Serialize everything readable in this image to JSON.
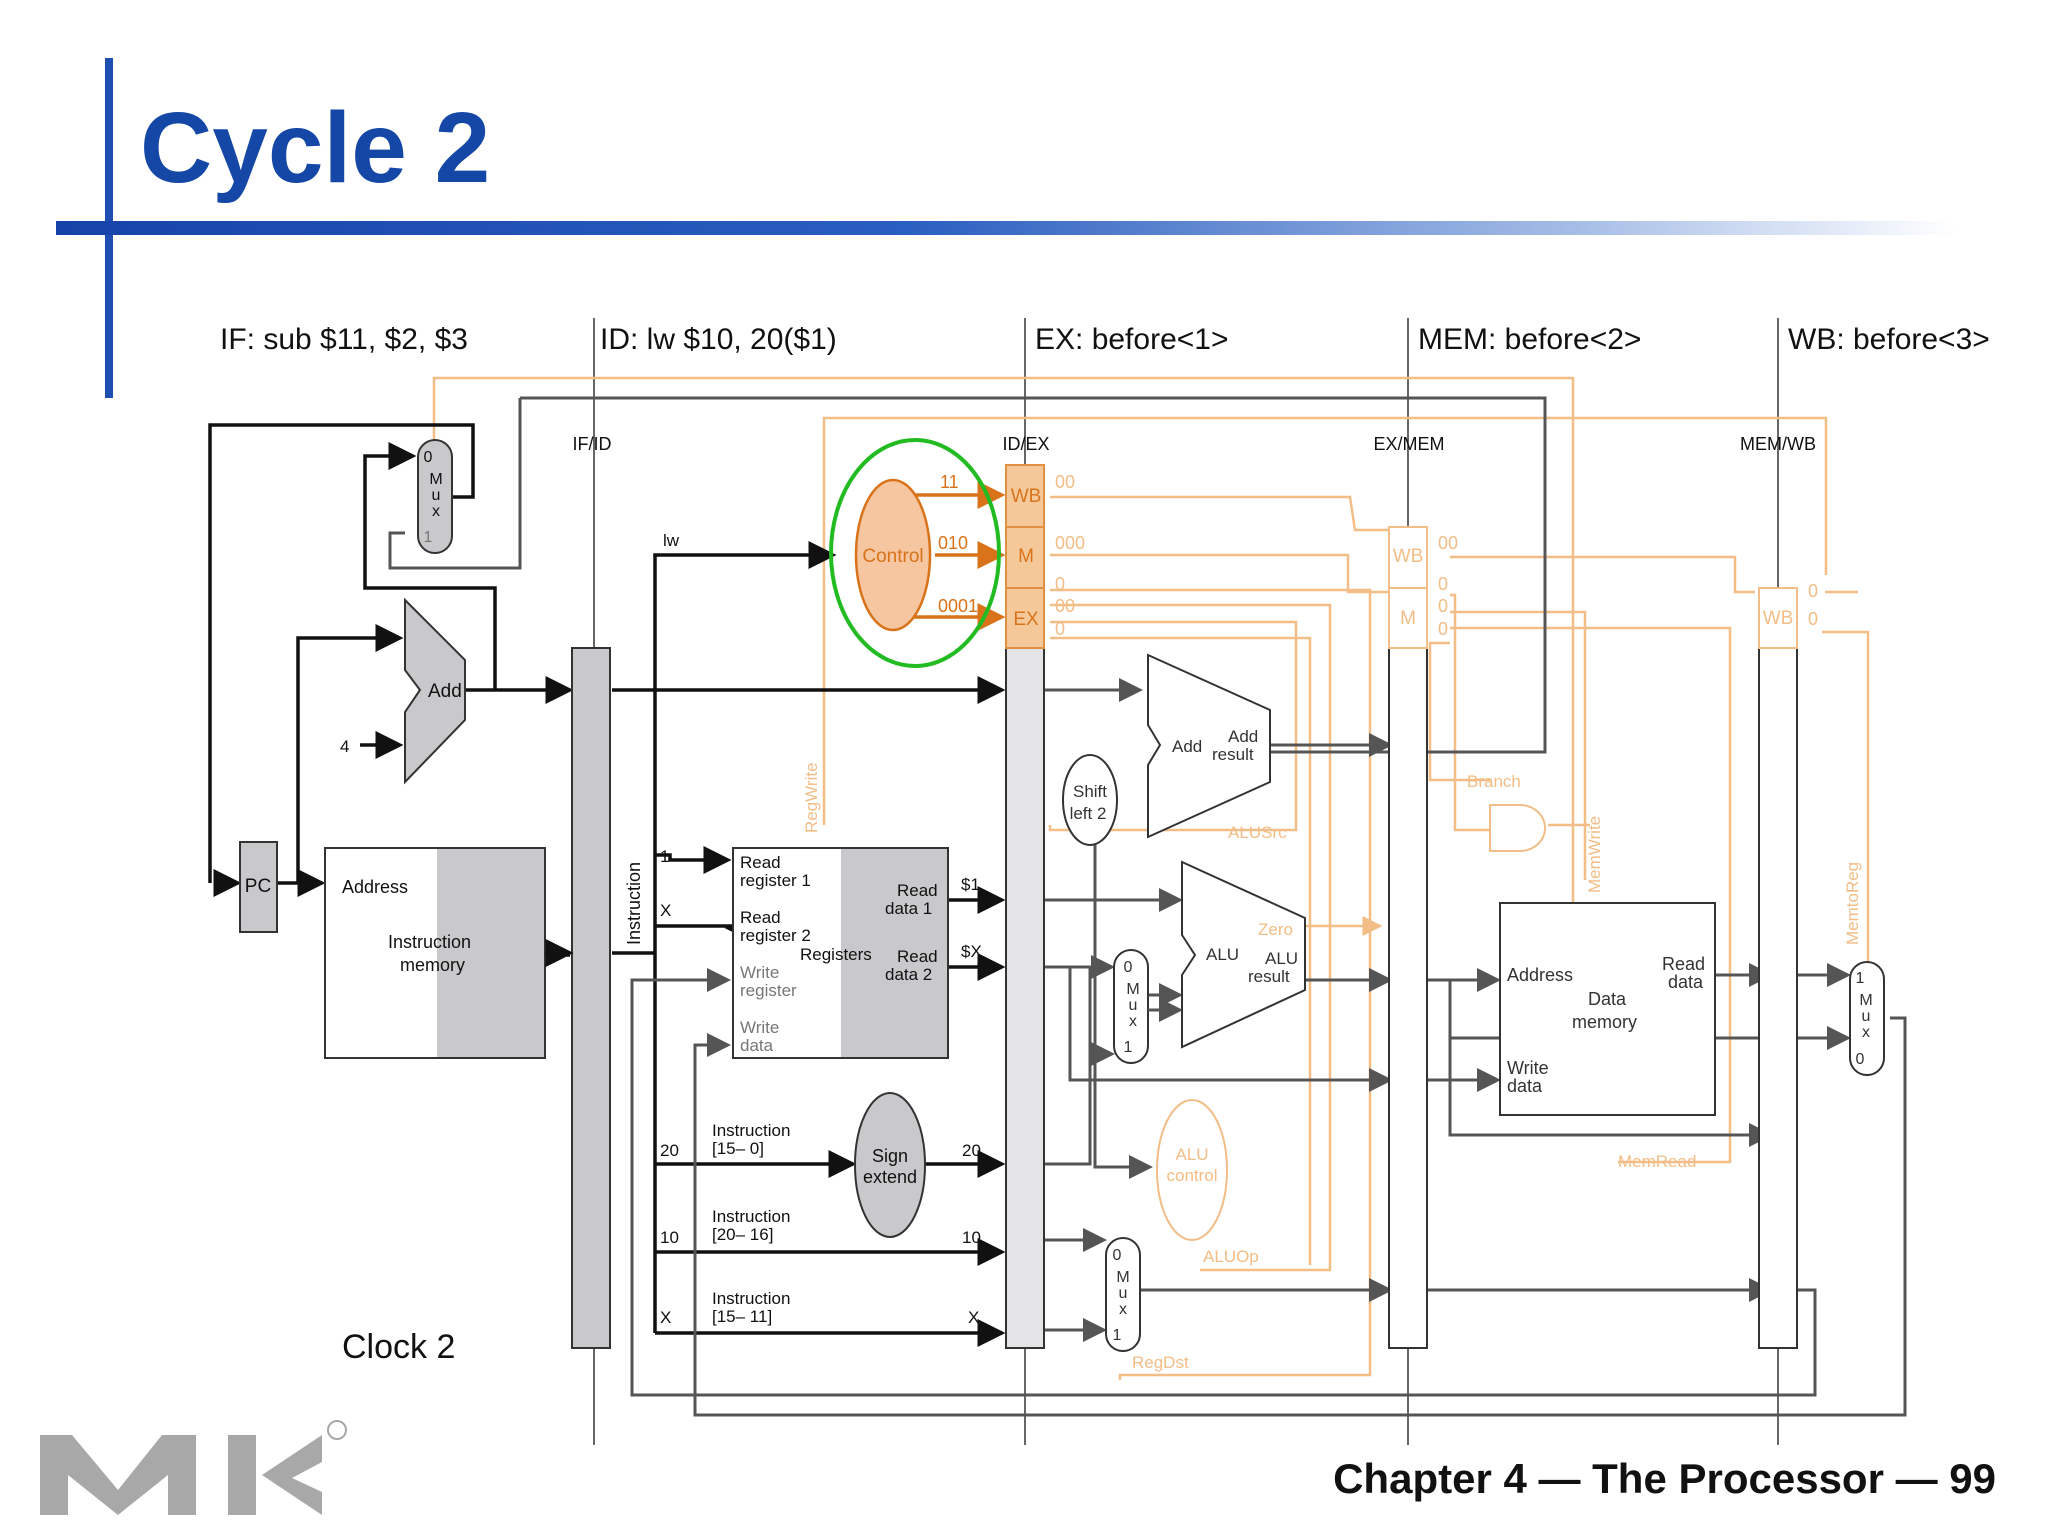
{
  "title": "Cycle 2",
  "footer": "Chapter 4 — The Processor — 99",
  "stages": {
    "if": "IF: sub $11, $2, $3",
    "id": "ID: lw $10, 20($1)",
    "ex": "EX: before<1>",
    "mem": "MEM: before<2>",
    "wb": "WB: before<3>"
  },
  "pipeline_registers": {
    "ifid": "IF/ID",
    "idex": "ID/EX",
    "exmem": "EX/MEM",
    "memwb": "MEM/WB"
  },
  "clock": "Clock 2",
  "blocks": {
    "pc": "PC",
    "add": "Add",
    "four": "4",
    "imem_address": "Address",
    "imem_label1": "Instruction",
    "imem_label2": "memory",
    "instruction_vertical": "Instruction",
    "control": "Control",
    "mux": [
      "M",
      "u",
      "x"
    ],
    "mux_zero": "0",
    "mux_one": "1",
    "reg_read1a": "Read",
    "reg_read1b": "register 1",
    "reg_read2a": "Read",
    "reg_read2b": "register 2",
    "reg_writea": "Write",
    "reg_writeb": "register",
    "reg_wdataa": "Write",
    "reg_wdatab": "data",
    "registers": "Registers",
    "read_data1a": "Read",
    "read_data1b": "data 1",
    "read_data2a": "Read",
    "read_data2b": "data 2",
    "sign_extend1": "Sign",
    "sign_extend2": "extend",
    "shift1": "Shift",
    "shift2": "left 2",
    "add_ex": "Add",
    "add_result1": "Add",
    "add_result2": "result",
    "alu": "ALU",
    "zero": "Zero",
    "alu_result1": "ALU",
    "alu_result2": "result",
    "alu_control1": "ALU",
    "alu_control2": "control",
    "alusrc": "ALUSrc",
    "aluop": "ALUOp",
    "regdst": "RegDst",
    "regwrite": "RegWrite",
    "branch": "Branch",
    "memwrite": "MemWrite",
    "memread": "MemRead",
    "memtoreg": "MemtoReg",
    "dmem_address": "Address",
    "dmem_label1": "Data",
    "dmem_label2": "memory",
    "dmem_read1": "Read",
    "dmem_read2": "data",
    "dmem_write1": "Write",
    "dmem_write2": "data",
    "wb": "WB",
    "m": "M",
    "ex": "EX"
  },
  "signals": {
    "lw": "lw",
    "ctrl_wb": "11",
    "ctrl_m": "010",
    "ctrl_ex": "0001",
    "idex_wb": "00",
    "idex_m": "000",
    "idex_ex1": "0",
    "idex_ex2": "00",
    "idex_ex3": "0",
    "exmem_wb": "00",
    "exmem_m1": "0",
    "exmem_m2": "0",
    "exmem_m3": "0",
    "memwb_1": "0",
    "memwb_2": "0",
    "rs": "1",
    "rt": "X",
    "val1": "$1",
    "valx": "$X",
    "imm": "20",
    "imm_out": "20",
    "rt_field": "10",
    "rt_out": "10",
    "rd_field": "X",
    "rd_out": "X",
    "instr_15_0a": "Instruction",
    "instr_15_0b": "[15– 0]",
    "instr_20_16a": "Instruction",
    "instr_20_16b": "[20– 16]",
    "instr_15_11a": "Instruction",
    "instr_15_11b": "[15– 11]"
  },
  "colors": {
    "title": "#1447a6",
    "active_control": "#e07a1c",
    "inactive": "#f4c99b",
    "highlight_ring": "#22bb22",
    "register_fill": "#cccccc",
    "logo": "#a8a8a8"
  },
  "logo": "MK"
}
